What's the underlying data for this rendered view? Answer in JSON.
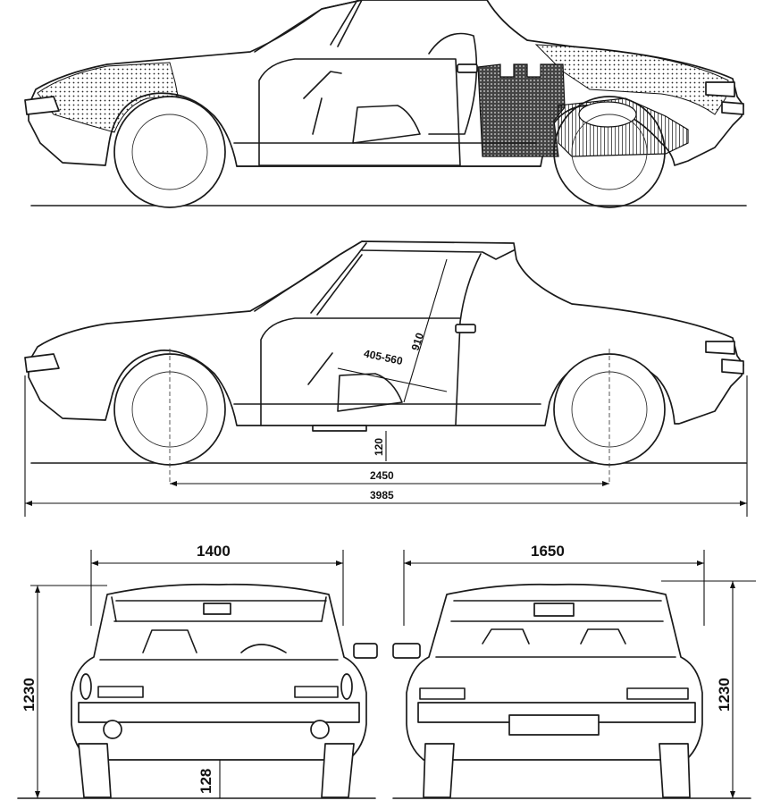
{
  "drawing": {
    "views": [
      {
        "name": "side-cutaway",
        "label": ""
      },
      {
        "name": "side-dimensions",
        "label": ""
      },
      {
        "name": "front",
        "label": ""
      },
      {
        "name": "rear",
        "label": ""
      }
    ],
    "dimensions": {
      "roof_height": "910",
      "seat_travel": "405-560",
      "ground_clearance": "120",
      "wheelbase": "2450",
      "overall_length": "3985",
      "front_track": "1400",
      "rear_track": "1650",
      "height_front": "1230",
      "height_rear": "1230",
      "front_ground_clearance": "128"
    }
  }
}
